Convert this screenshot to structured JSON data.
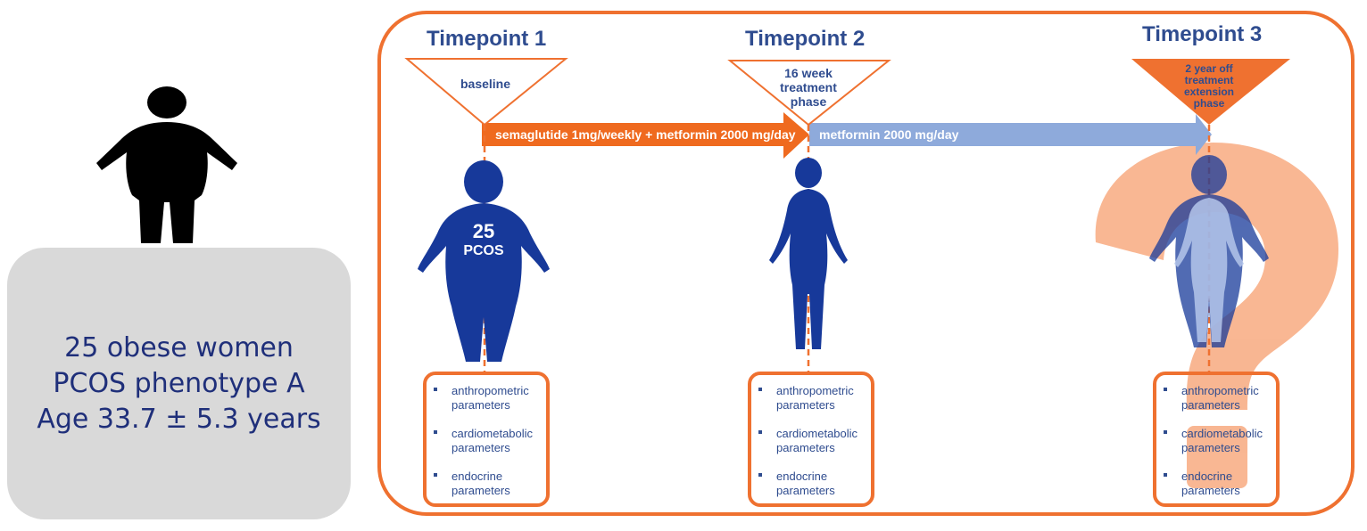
{
  "cohort": {
    "line1": "25 obese women",
    "line2": "PCOS phenotype A",
    "line3": "Age 33.7 ± 5.3 years"
  },
  "timepoints": [
    {
      "title": "Timepoint 1",
      "phase": "baseline"
    },
    {
      "title": "Timepoint 2",
      "phase_line1": "16 week",
      "phase_line2": "treatment",
      "phase_line3": "phase"
    },
    {
      "title": "Timepoint 3",
      "phase_line1": "2 year off",
      "phase_line2": "treatment",
      "phase_line3": "extension",
      "phase_line4": "phase"
    }
  ],
  "treatments": {
    "arm1": "semaglutide 1mg/weekly + metformin 2000 mg/day",
    "arm2": "metformin 2000 mg/day"
  },
  "baseline_figure": {
    "count": "25",
    "label": "PCOS"
  },
  "parameters": [
    {
      "line1": "anthropometric",
      "line2": "parameters"
    },
    {
      "line1": "cardiometabolic",
      "line2": "parameters"
    },
    {
      "line1": "endocrine",
      "line2": "parameters"
    }
  ],
  "colors": {
    "accent_orange": "#ef7130",
    "navy": "#1f2f7a",
    "figure_blue": "#17399a",
    "arrow_light_blue": "#8eaadb",
    "cohort_gray": "#d9d9d9"
  },
  "icons": {
    "obese_figure": "obese-person-icon",
    "question_mark": "question-mark-icon"
  }
}
